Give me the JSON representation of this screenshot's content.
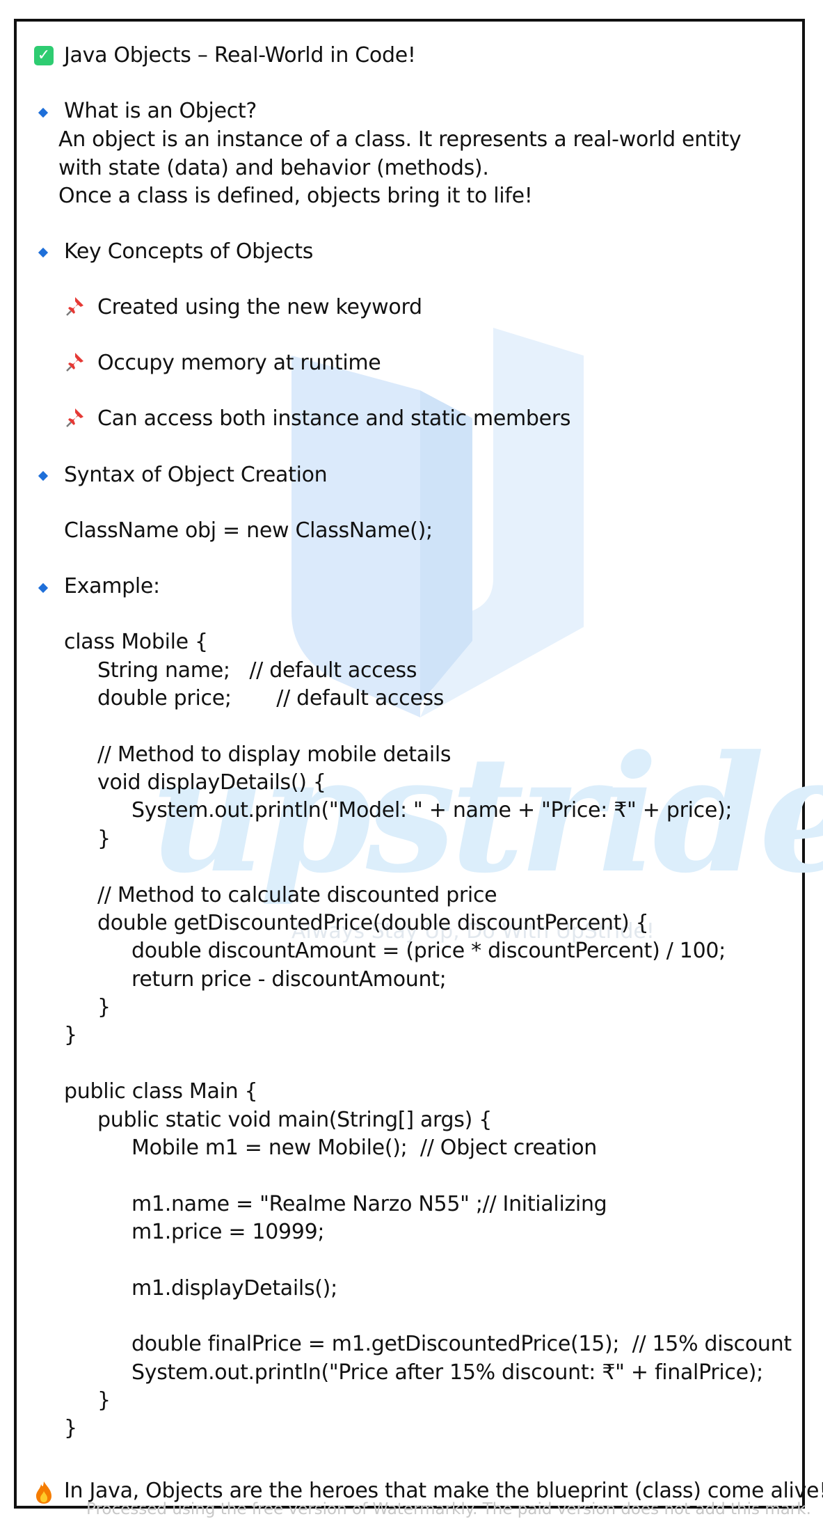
{
  "title": "Java Objects – Real-World in Code!",
  "sections": {
    "what_heading": "What is an Object?",
    "what_lines": [
      "An object is an instance of a class. It represents a real-world entity",
      "with state (data) and behavior (methods).",
      "Once a class is defined, objects bring it to life!"
    ],
    "concepts_heading": "Key Concepts of Objects",
    "concepts": [
      "Created using the new keyword",
      "Occupy memory at runtime",
      "Can access both instance and static members"
    ],
    "syntax_heading": "Syntax of Object Creation",
    "syntax_code": "ClassName obj = new ClassName();",
    "example_heading": "Example:"
  },
  "code": {
    "l01": "class Mobile {",
    "l02": "String name;   // default access",
    "l03": "double price;       // default access",
    "l04": "// Method to display mobile details",
    "l05": "void displayDetails() {",
    "l06": "System.out.println(\"Model: \" + name + \"Price: ₹\" + price);",
    "l07": "}",
    "l08": "// Method to calculate discounted price",
    "l09": "double getDiscountedPrice(double discountPercent) {",
    "l10": "double discountAmount = (price * discountPercent) / 100;",
    "l11": "return price - discountAmount;",
    "l12": "}",
    "l13": "}",
    "l14": "public class Main {",
    "l15": "public static void main(String[] args) {",
    "l16": "Mobile m1 = new Mobile();  // Object creation",
    "l17": "m1.name = \"Realme Narzo N55\" ;// Initializing",
    "l18": "m1.price = 10999;",
    "l19": "m1.displayDetails();",
    "l20": "double finalPrice = m1.getDiscountedPrice(15);  // 15% discount",
    "l21": "System.out.println(\"Price after 15% discount: ₹\" + finalPrice);",
    "l22": "}",
    "l23": "}"
  },
  "closing": "In Java, Objects are the heroes that make the blueprint (class) come alive!",
  "watermark": {
    "brand": "upstride",
    "tagline": "Always Stay Up, Do With UpStride!",
    "footer": "Processed using the free version of Watermarkly. The paid version does not add this mark."
  },
  "colors": {
    "bullet": "#1e6fd9",
    "check": "#2ecc71",
    "watermark": "#dceefb"
  },
  "icons": [
    "check-icon",
    "diamond-bullet-icon",
    "pushpin-icon",
    "fire-icon"
  ]
}
